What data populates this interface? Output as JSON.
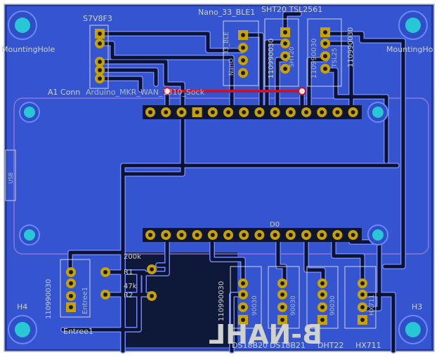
{
  "board": {
    "brand_text": "B-NAHL",
    "colors": {
      "substrate": "#1f3aa6",
      "copper": "#3a5cd6",
      "trace": "#0b1330",
      "trace_edge": "#6f86ff",
      "pad": "#c8a200",
      "silk": "#d0d2cd",
      "red_trace": "#c8142a",
      "mount_ring": "#2f4fc7",
      "mount_hole": "#29c6d6",
      "outline": "#b3b8c8"
    }
  },
  "labels": {
    "s7v8f3": "S7V8F3",
    "nano_ble": "Nano_33_BLE1",
    "sht20_tsl": "SHT20  TSL2561",
    "mounting_left": "MountingHole",
    "mounting_right": "MountingHo",
    "a1_conn": "A1  Conn",
    "mkr_wan": "Arduino_MKR_WAN_1310_Sock",
    "d0": "D0",
    "r200k": "200k",
    "r1": "R1",
    "r47k": "47k",
    "r2": "R2",
    "h4": "H4",
    "h3": "H3",
    "entree1": "Entree1",
    "entree1_vert": "Entree1",
    "code_left": "110990030",
    "code_mid": "110990030",
    "code_right_top": "110990030",
    "code_nano": "110990030",
    "code_tsl": "110990030",
    "ds18b20": "DS18B20",
    "ds18b21": "DS18B21",
    "dht22": "DHT22",
    "hx711": "HX711",
    "hx711_vert": "HX711",
    "nano_vert": "NanO",
    "nano_vert2": "33_BLE",
    "sht_vert": "SHT20",
    "tsl_vert": "TSL25",
    "ds_vert": "90030",
    "ds21_vert": "90030",
    "dht_vert": "90030",
    "usb": "USB"
  }
}
